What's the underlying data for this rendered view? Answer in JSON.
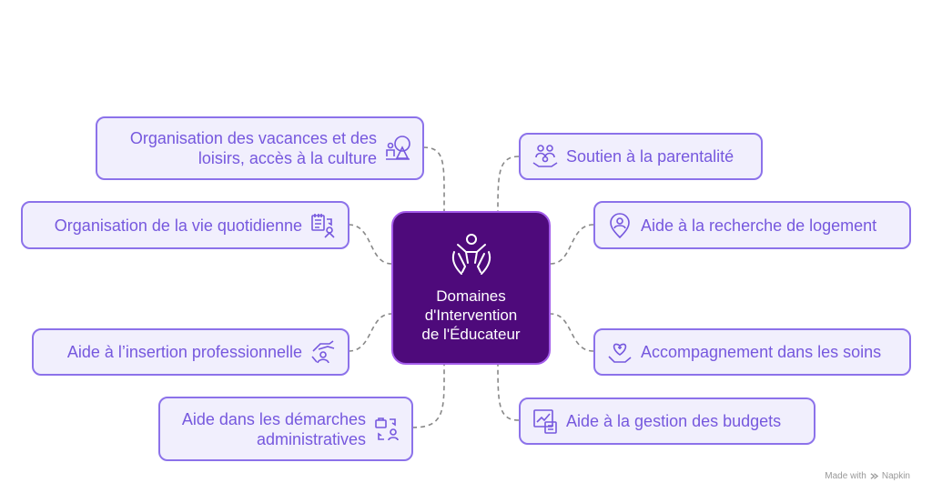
{
  "center": {
    "line1": "Domaines",
    "line2": "d'Intervention",
    "line3": "de l'Éducateur",
    "icon": "hands-lifting-person-icon"
  },
  "left_nodes": [
    {
      "line1": "Organisation des vacances et des",
      "line2": "loisirs, accès à la culture",
      "icon": "leisure-ferris-wheel-icon"
    },
    {
      "label": "Organisation de la vie quotidienne",
      "icon": "daily-planner-icon"
    },
    {
      "label": "Aide à l’insertion professionnelle",
      "icon": "helping-hand-icon"
    },
    {
      "line1": "Aide dans les démarches",
      "line2": "administratives",
      "icon": "admin-exchange-icon"
    }
  ],
  "right_nodes": [
    {
      "label": "Soutien à la parentalité",
      "icon": "family-support-icon"
    },
    {
      "label": "Aide à la recherche de logement",
      "icon": "home-location-icon"
    },
    {
      "label": "Accompagnement dans les soins",
      "icon": "heart-care-icon"
    },
    {
      "label": "Aide à la gestion des budgets",
      "icon": "budget-calculator-icon"
    }
  ],
  "footer": {
    "made_with": "Made with",
    "brand": "Napkin"
  },
  "colors": {
    "center_fill": "#4E0A7B",
    "node_fill": "#F1EFFD",
    "node_border": "#8C72EA",
    "node_text": "#7658DE"
  }
}
